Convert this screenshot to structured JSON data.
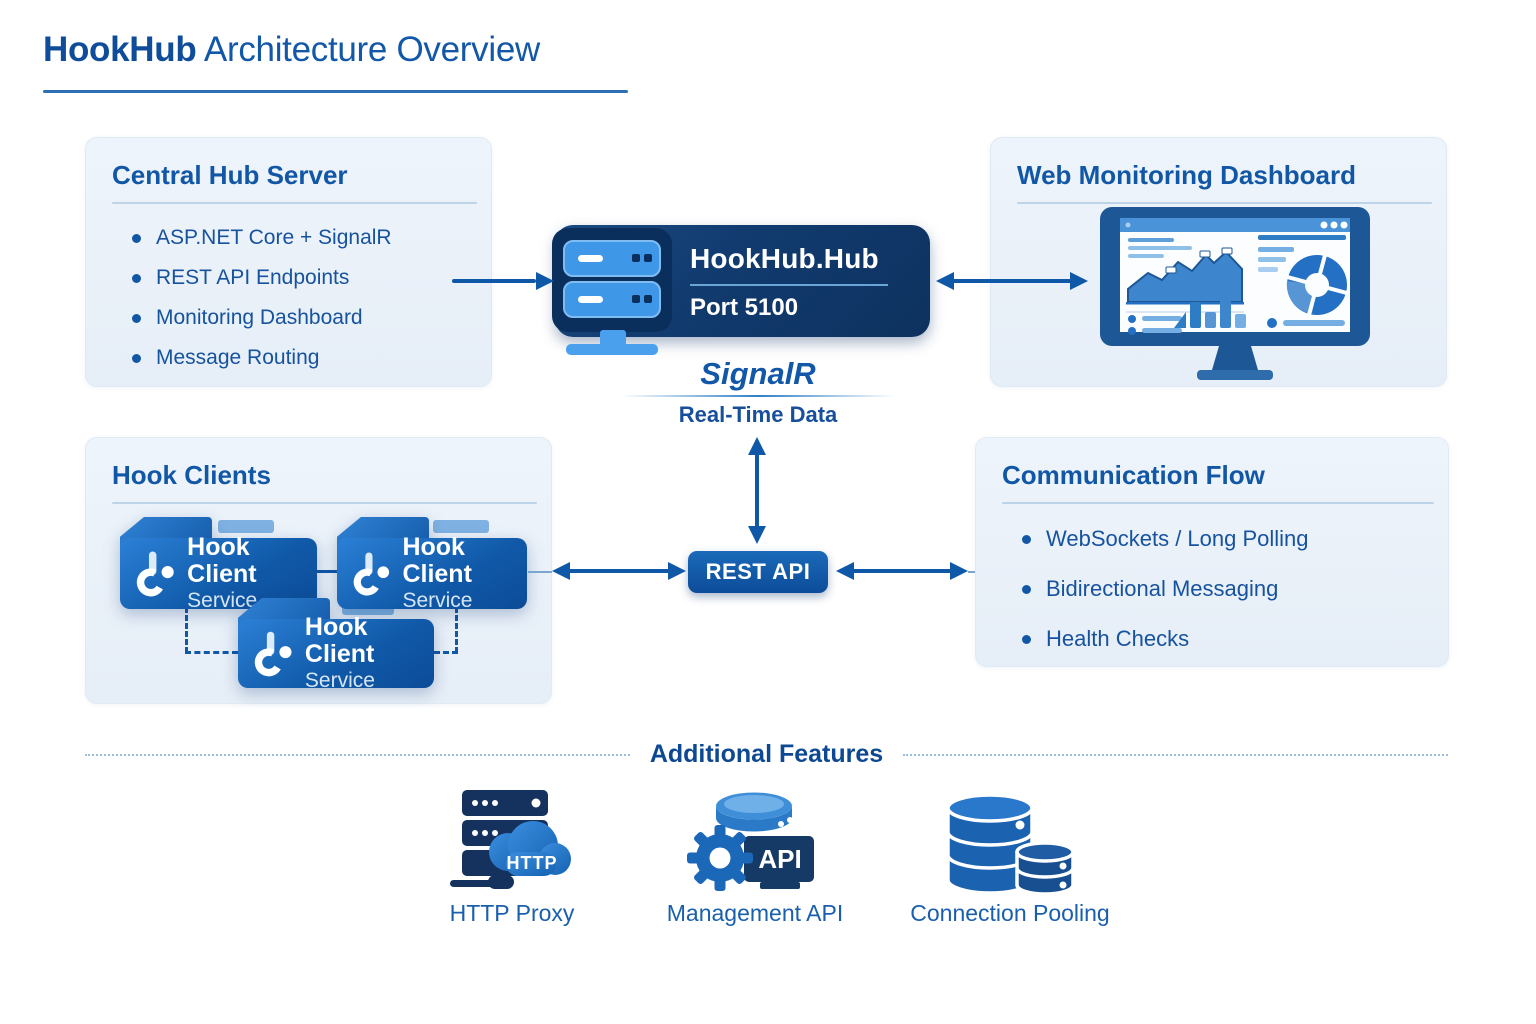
{
  "header": {
    "title_bold": "HookHub",
    "title_rest": " Architecture Overview"
  },
  "panels": {
    "central_hub": {
      "title": "Central Hub Server",
      "items": [
        "ASP.NET Core + SignalR",
        "REST API Endpoints",
        "Monitoring Dashboard",
        "Message Routing"
      ]
    },
    "dashboard": {
      "title": "Web Monitoring Dashboard"
    },
    "hook_clients": {
      "title": "Hook Clients",
      "clients": [
        {
          "name": "Hook Client",
          "type": "Service"
        },
        {
          "name": "Hook Client",
          "type": "Service"
        },
        {
          "name": "Hook Client",
          "type": "Service"
        }
      ]
    },
    "communication": {
      "title": "Communication Flow",
      "items": [
        "WebSockets / Long Polling",
        "Bidirectional Messaging",
        "Health Checks"
      ]
    }
  },
  "hub_server": {
    "name": "HookHub.Hub",
    "port": "Port 5100"
  },
  "signalr": {
    "label": "SignalR",
    "sublabel": "Real-Time Data"
  },
  "rest_api": {
    "label": "REST API"
  },
  "additional_features": {
    "title": "Additional Features",
    "items": [
      {
        "label": "HTTP Proxy",
        "icon": "server-cloud-http-icon",
        "badge": "HTTP"
      },
      {
        "label": "Management API",
        "icon": "gear-api-icon",
        "badge": "API"
      },
      {
        "label": "Connection Pooling",
        "icon": "database-stack-icon",
        "badge": ""
      }
    ]
  },
  "colors": {
    "accent": "#1257a6",
    "navy": "#0b2f5d",
    "panel_bg": "#eaf1f9",
    "arrow": "#0f58a8"
  }
}
